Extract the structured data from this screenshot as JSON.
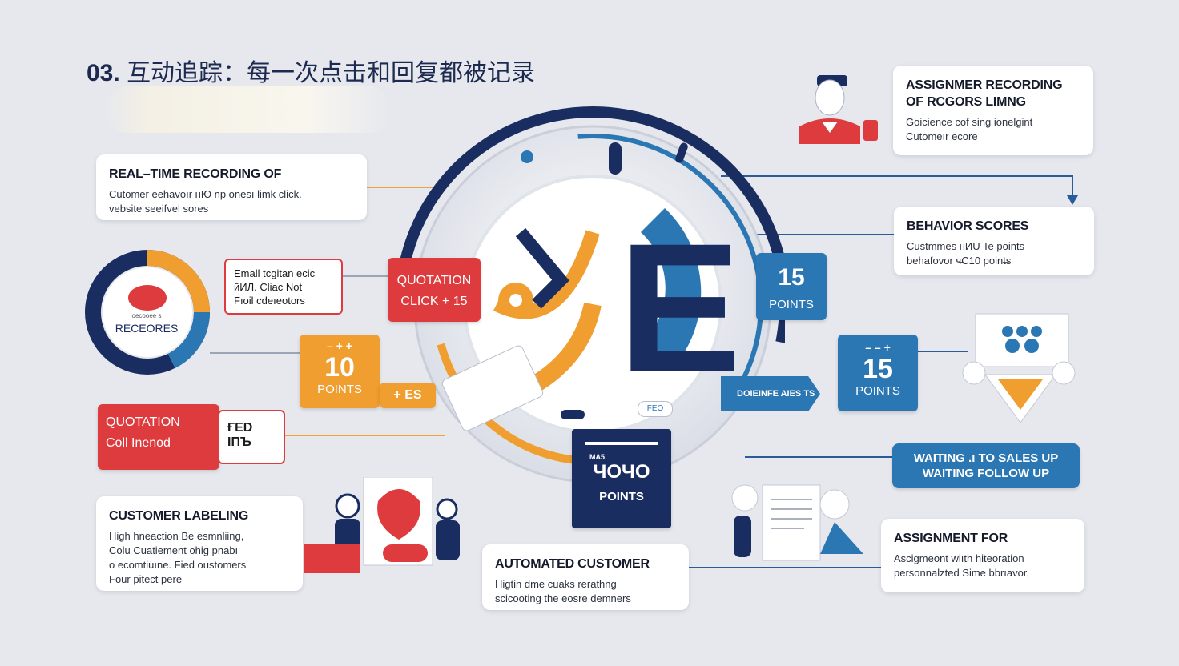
{
  "title": {
    "prefix": "03.",
    "text": "互动追踪：每一次点击和回复都被记录"
  },
  "cards": {
    "realtime": {
      "heading": "REAL–TIME RECORDING OF",
      "line1": "Cutomer eehavoır нЮ np onesı limk click.",
      "line2": "vebsite seeifvel sores"
    },
    "assignmer": {
      "heading1": "ASSIGNMER RECORDING",
      "heading2": "OF RCGORS LIMNG",
      "line1": "Goicience cof sing ionelgint",
      "line2": "Cutomeır ecore"
    },
    "behavior": {
      "heading": "BEHAVIOR SCORES",
      "line1": "Custmmes нИU Te points",
      "line2": "behafovor ч̶С10 point̶s"
    },
    "labeling": {
      "heading": "CUSTOMER LABELING",
      "line1": "High hneaction Be esmnliing,",
      "line2": "Colu Cuatiement ohig pnabı",
      "line3": "o ecomtiuıne. Fied oustomers",
      "line4": "Four pitect pere"
    },
    "automated": {
      "heading": "AUTOMATED CUSTOMER",
      "line1": "Higtin dme cuaks rerathng",
      "line2": "scicooting the eosre demners"
    },
    "assignment_for": {
      "heading": "ASSIGNMENT FOR",
      "line1": "Ascigmeont wiıth hiteoration",
      "line2": "personnalzted Sime bbrıavor,"
    }
  },
  "tiles": {
    "email": {
      "line1": "Emall tcgitan ecic",
      "line2": "ӣИЛ. Cliac Not",
      "line3": "Fıoil cdeıeotors"
    },
    "quotation_click": {
      "line1": "QUOTATION",
      "line2": "CLICK  + 15"
    },
    "ten_points": {
      "top": "– +  +",
      "value": "10",
      "unit": "POINTS"
    },
    "plus_es": {
      "text": "+  ES"
    },
    "quotation_bottom": {
      "line1": "QUOTATION",
      "line2": "Coll Inenod"
    },
    "fed": {
      "line1": "ҒЕD",
      "line2": "ІПЪ"
    },
    "fifteen_upper": {
      "value": "15",
      "unit": "POINTS"
    },
    "fifteen_lower": {
      "top": "– – +",
      "value": "15",
      "unit": "POINTS"
    },
    "navy_points": {
      "tag": "MA5",
      "value": "ЧОЧО",
      "unit": "POINTS"
    },
    "dial_ribbon": {
      "text": "DOIEINFE AIES TS"
    },
    "waiting": {
      "line1": "WAITING .ı TO SALES UP",
      "line2": "WAITING FOLLOW UP"
    }
  },
  "donut": {
    "label": "RECEORES",
    "sublabel": "oecooee s"
  },
  "dial": {
    "letter": "E",
    "small_tag": "FEO"
  },
  "colors": {
    "navy": "#1a2d60",
    "blue": "#2b77b4",
    "orange": "#ef9e2f",
    "red": "#de3b3e"
  }
}
